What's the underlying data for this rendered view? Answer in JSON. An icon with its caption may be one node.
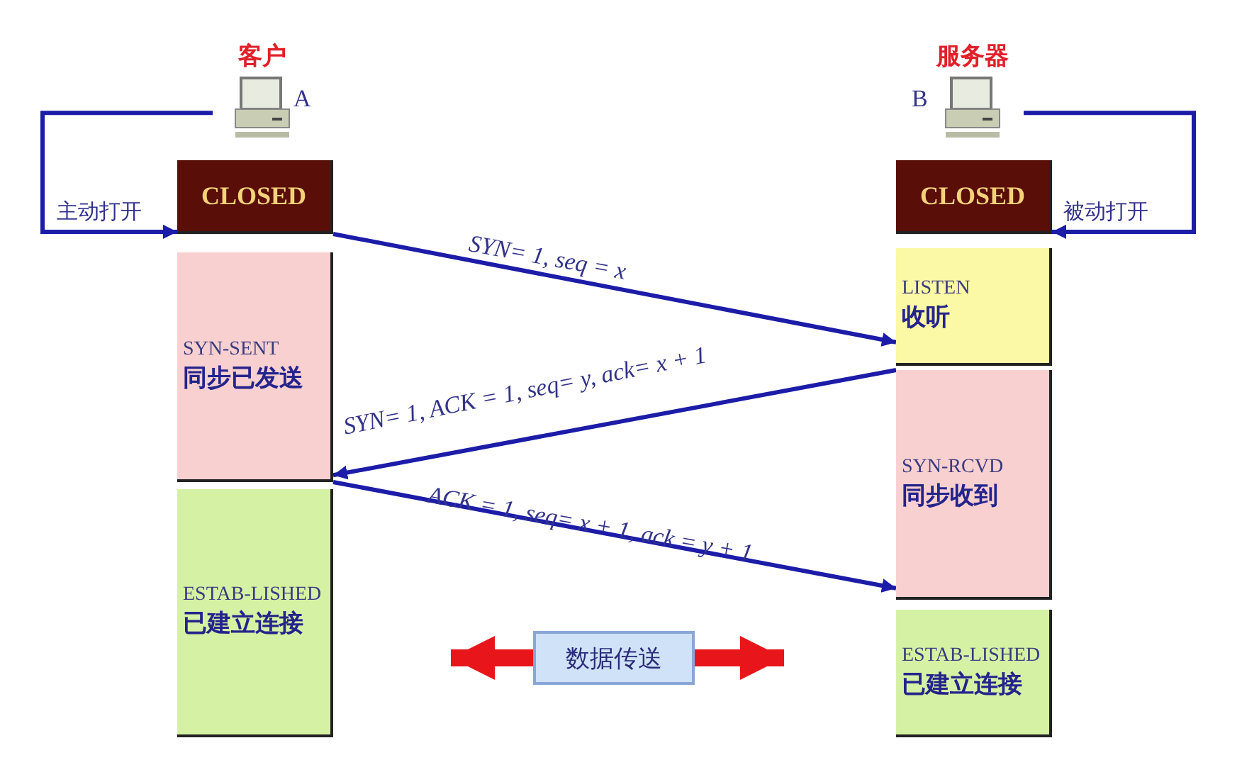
{
  "diagram": {
    "nodes": [
      {
        "text": [
          "客户"
        ],
        "beside": [
          "A"
        ]
      },
      {
        "text": [
          "CLOSED"
        ]
      },
      {
        "text": [
          "SYN-SENT",
          "同步已发送"
        ]
      },
      {
        "text": [
          "ESTAB-LISHED",
          "已建立连接"
        ]
      },
      {
        "text": [
          "服务器"
        ],
        "beside": [
          "B"
        ]
      },
      {
        "text": [
          "CLOSED"
        ]
      },
      {
        "text": [
          "LISTEN",
          "收听"
        ]
      },
      {
        "text": [
          "SYN-RCVD",
          "同步收到"
        ]
      },
      {
        "text": [
          "ESTAB-LISHED",
          "已建立连接"
        ]
      },
      {
        "text": [
          "数据传送"
        ]
      }
    ],
    "edges": [
      {
        "from": 0,
        "to": 1,
        "arrow": "to",
        "label": "主动打开"
      },
      {
        "from": 4,
        "to": 5,
        "arrow": "to",
        "label": "被动打开"
      },
      {
        "from": 1,
        "to": 6,
        "arrow": "to",
        "label": "SYN= 1, seq = x"
      },
      {
        "from": 7,
        "to": 2,
        "arrow": "to",
        "label": "SYN= 1, ACK = 1, seq= y, ack= x + 1"
      },
      {
        "from": 2,
        "to": 7,
        "arrow": "to",
        "label": "ACK = 1, seq= x + 1, ack = y + 1"
      },
      {
        "from": 9,
        "to": null,
        "arrow": "to",
        "style": "thick",
        "color": "#e8161b"
      },
      {
        "from": 9,
        "to": null,
        "arrow": "to",
        "style": "thick",
        "color": "#e8161b"
      }
    ]
  }
}
